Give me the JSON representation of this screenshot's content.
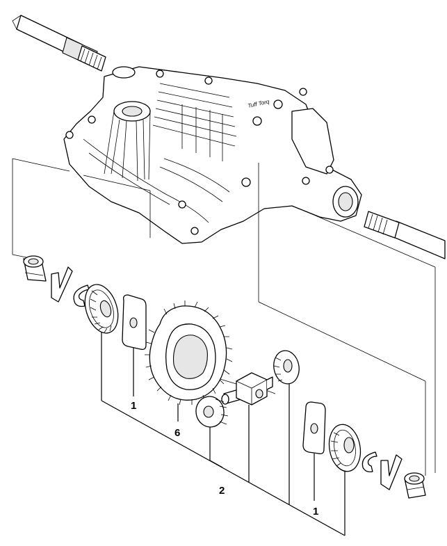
{
  "callouts": {
    "thrust_washer_left": "1",
    "ring_gear": "6",
    "differential_kit": "2",
    "thrust_washer_right": "1"
  },
  "brand": {
    "housing_text": "Tuff Torq"
  }
}
